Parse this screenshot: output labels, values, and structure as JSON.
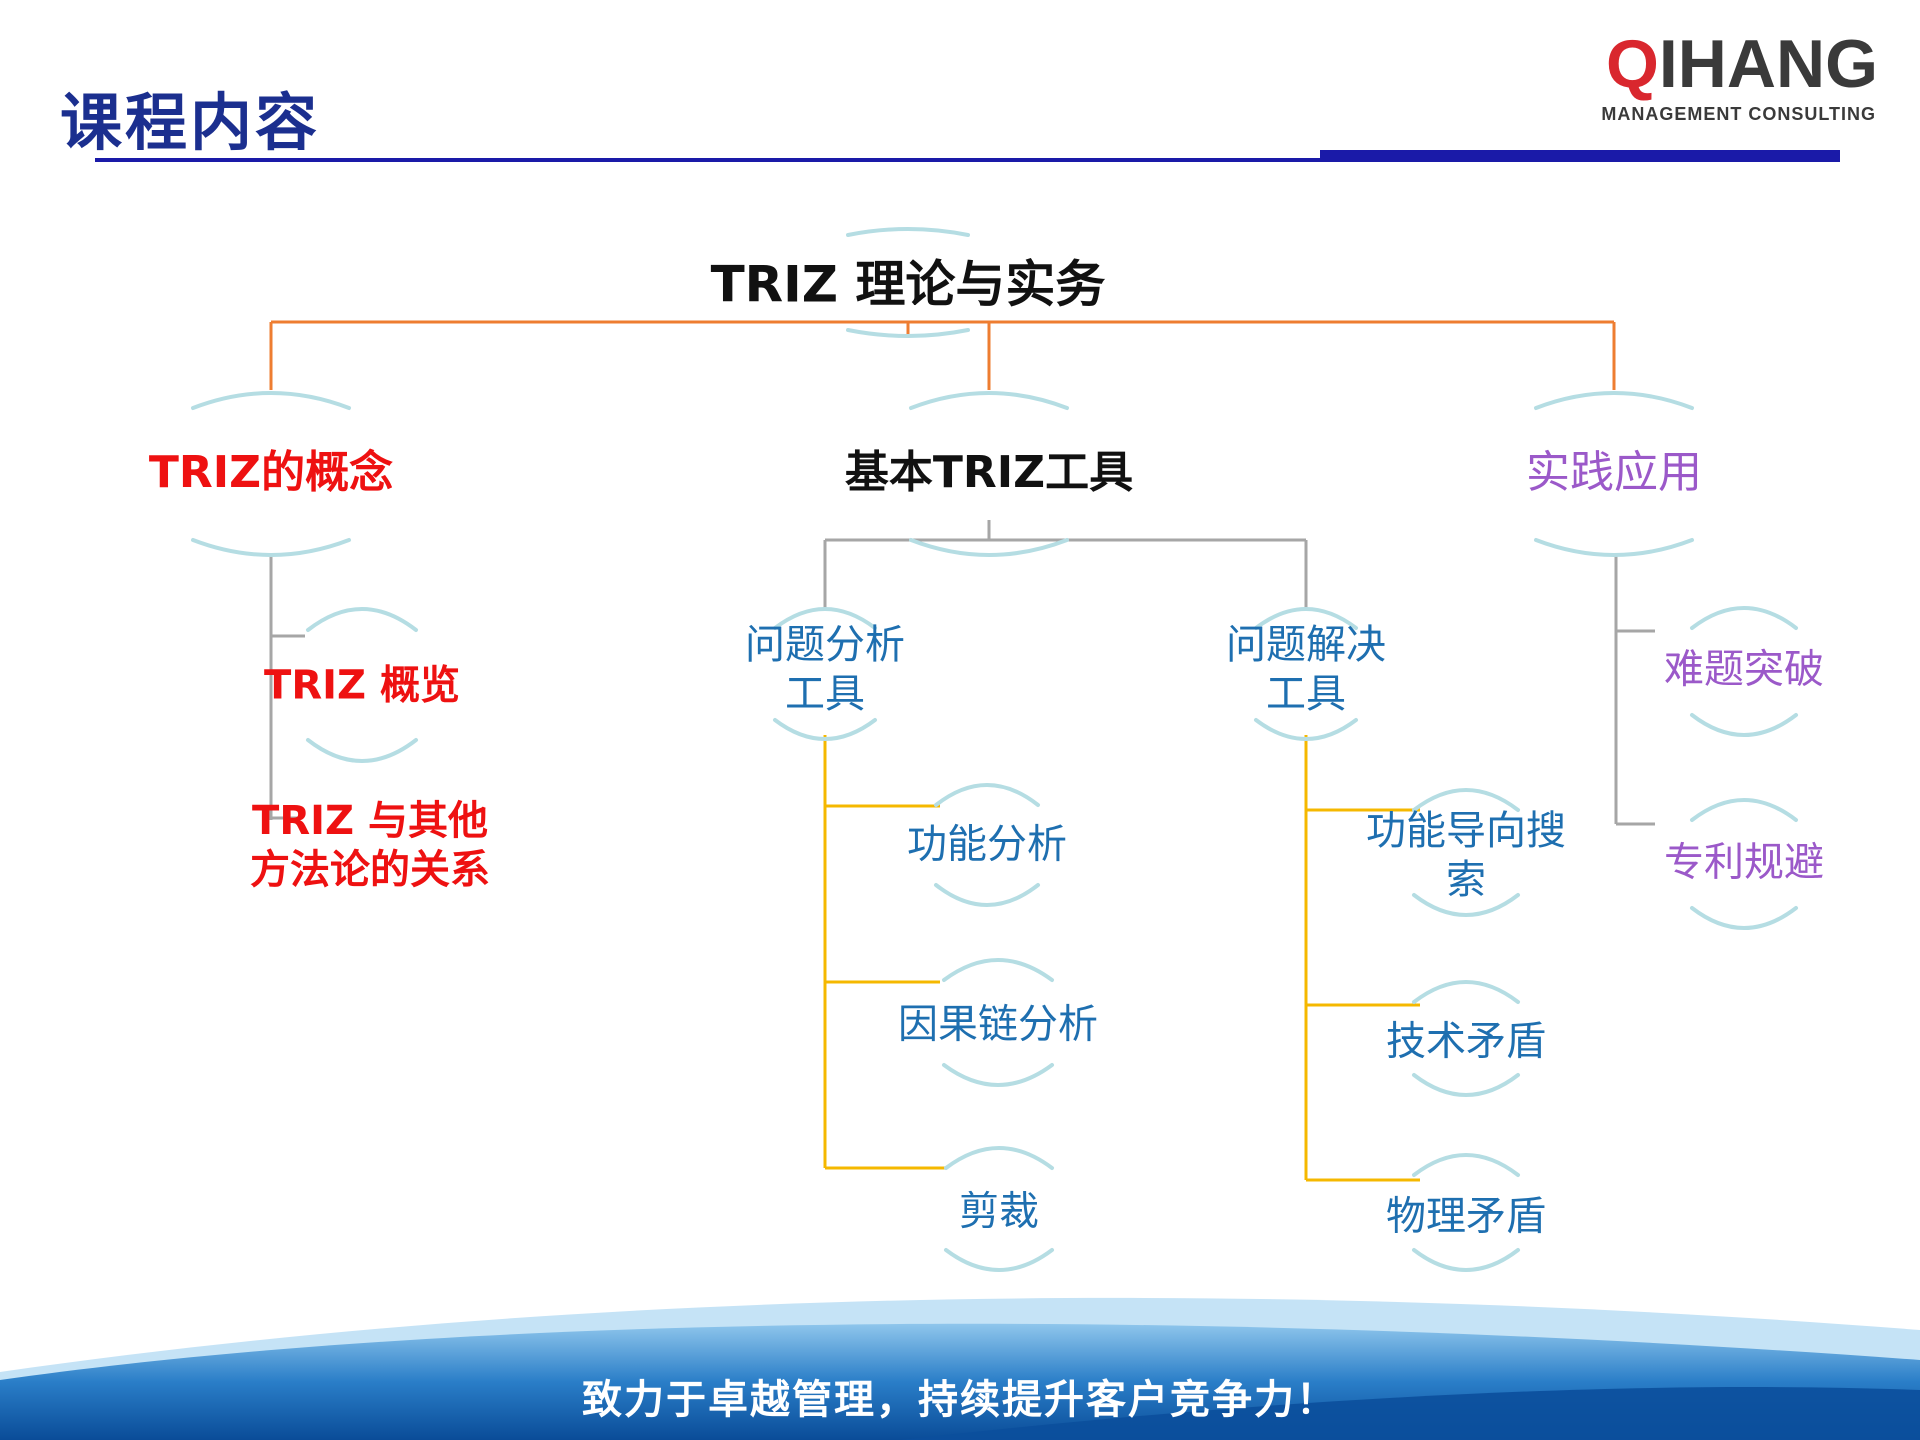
{
  "header": {
    "title": "课程内容",
    "logo_letter": "Q",
    "logo_rest": "IHANG",
    "logo_sub": "MANAGEMENT  CONSULTING"
  },
  "diagram": {
    "root": "TRIZ 理论与实务",
    "concept": {
      "label": "TRIZ的概念",
      "children": [
        "TRIZ 概览",
        "TRIZ 与其他\n方法论的关系"
      ]
    },
    "tools": {
      "label": "基本TRIZ工具",
      "analysis": {
        "label": "问题分析\n工具",
        "children": [
          "功能分析",
          "因果链分析",
          "剪裁"
        ]
      },
      "solving": {
        "label": "问题解决\n工具",
        "children": [
          "功能导向搜\n索",
          "技术矛盾",
          "物理矛盾"
        ]
      }
    },
    "practice": {
      "label": "实践应用",
      "children": [
        "难题突破",
        "专利规避"
      ]
    }
  },
  "footer": {
    "slogan": "致力于卓越管理，持续提升客户竞争力！"
  },
  "colors": {
    "title": "#1b2f8f",
    "header_rule": "#1a1aa8",
    "orange_connector": "#ee7d31",
    "gray_connector": "#a6a6a6",
    "yellow_connector": "#f5b800",
    "node_arc": "#b5dde3",
    "red_text": "#ee1111",
    "blue_text": "#1e6fb0",
    "purple_text": "#9b59c9",
    "footer_blue": "#0d5aa7"
  }
}
